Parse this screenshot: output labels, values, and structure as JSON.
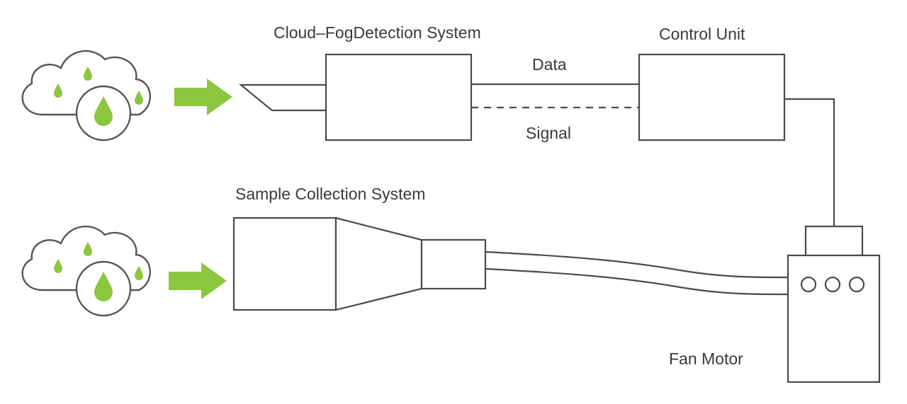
{
  "labels": {
    "fog_detection": "Cloud–FogDetection System",
    "control_unit": "Control Unit",
    "data": "Data",
    "signal": "Signal",
    "sample_collection": "Sample Collection System",
    "fan_motor": "Fan Motor"
  },
  "colors": {
    "accent": "#8cc63f",
    "line": "#4a4a4a",
    "text": "#3a3a3a"
  },
  "icons": {
    "top_cloud": "cloud-droplet-icon",
    "bottom_cloud": "cloud-droplet-icon",
    "top_arrow": "arrow-right-icon",
    "bottom_arrow": "arrow-right-icon"
  }
}
